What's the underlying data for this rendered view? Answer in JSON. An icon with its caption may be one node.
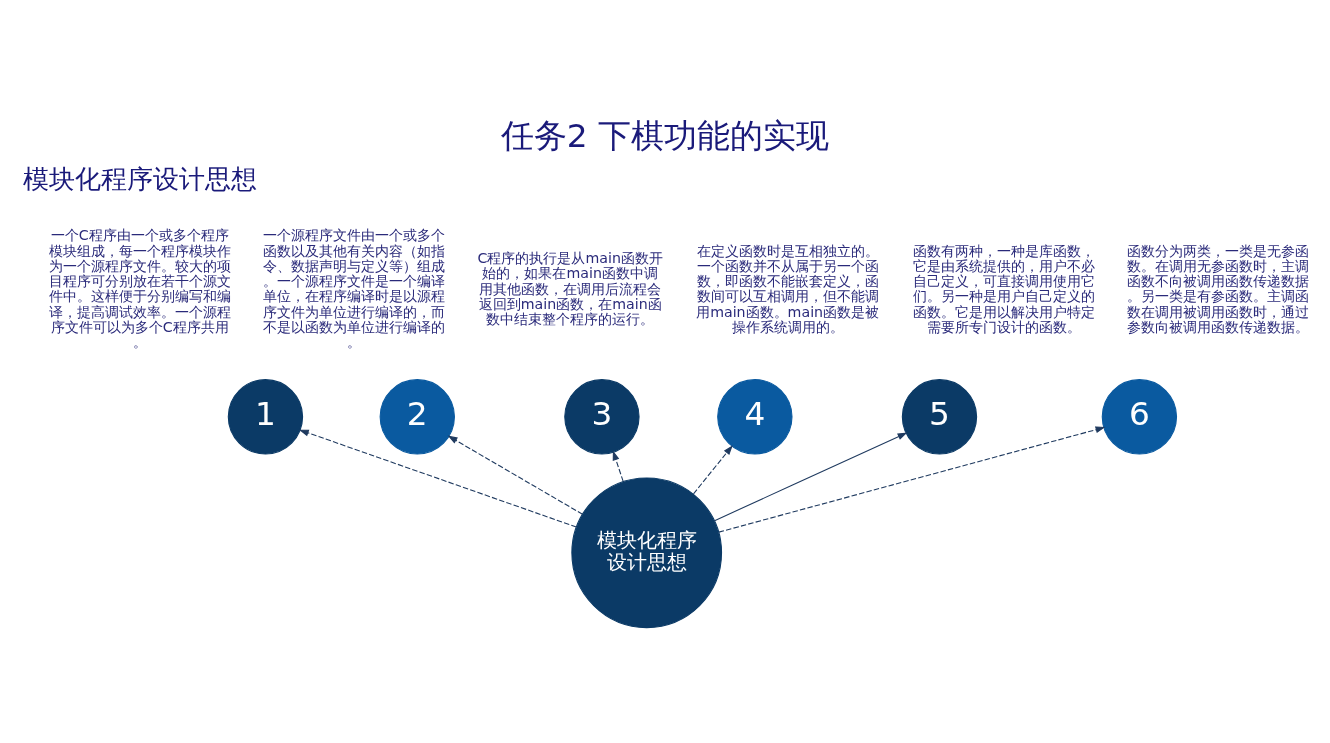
{
  "diagram": {
    "title": "任务2 下棋功能的实现",
    "nodes": [
      {
        "text": [
          "模块化程序设计思想"
        ]
      },
      {
        "text": [
          "1"
        ],
        "beside": [
          "一个C程序由一个或多个程序模块组成，每一个程序模块作为一个源程序文件。较大的项目程序可分别放在若干个源文件中。这样便于分别编写和编译，提高调试效率。一个源程序文件可以为多个C程序共用。"
        ]
      },
      {
        "text": [
          "2"
        ],
        "beside": [
          "一个源程序文件由一个或多个函数以及其他有关内容（如指令、数据声明与定义等）组成。一个源程序文件是一个编译单位，在程序编译时是以源程序文件为单位进行编译的，而不是以函数为单位进行编译的。"
        ]
      },
      {
        "text": [
          "3"
        ],
        "beside": [
          "C程序的执行是从main函数开始的，如果在main函数中调用其他函数，在调用后流程会返回到main函数，在main函数中结束整个程序的运行。"
        ]
      },
      {
        "text": [
          "4"
        ],
        "beside": [
          "在定义函数时是互相独立的。一个函数并不从属于另一个函数，即函数不能嵌套定义，函数间可以互相调用，但不能调用main函数。main函数是被操作系统调用的。"
        ]
      },
      {
        "text": [
          "5"
        ],
        "beside": [
          "函数有两种，一种是库函数，它是由系统提供的，用户不必自己定义，可直接调用使用它们。另一种是用户自己定义的函数。它是用以解决用户特定需要所专门设计的函数。"
        ]
      },
      {
        "text": [
          "6"
        ],
        "beside": [
          "函数分为两类，一类是无参函数。在调用无参函数时，主调函数不向被调用函数传递数据。另一类是有参函数。主调函数在调用被调用函数时，通过参数向被调用函数传递数据。"
        ]
      }
    ],
    "edges": [
      {
        "from": 0,
        "to": 1,
        "arrow": "to",
        "style": "dashed"
      },
      {
        "from": 0,
        "to": 2,
        "arrow": "to",
        "style": "dashed"
      },
      {
        "from": 0,
        "to": 3,
        "arrow": "to",
        "style": "dashed"
      },
      {
        "from": 0,
        "to": 4,
        "arrow": "to",
        "style": "dashed"
      },
      {
        "from": 0,
        "to": 5,
        "arrow": "to"
      },
      {
        "from": 0,
        "to": 6,
        "arrow": "to",
        "style": "dashed"
      }
    ],
    "labels": [
      "模块化程序设计思想"
    ]
  }
}
